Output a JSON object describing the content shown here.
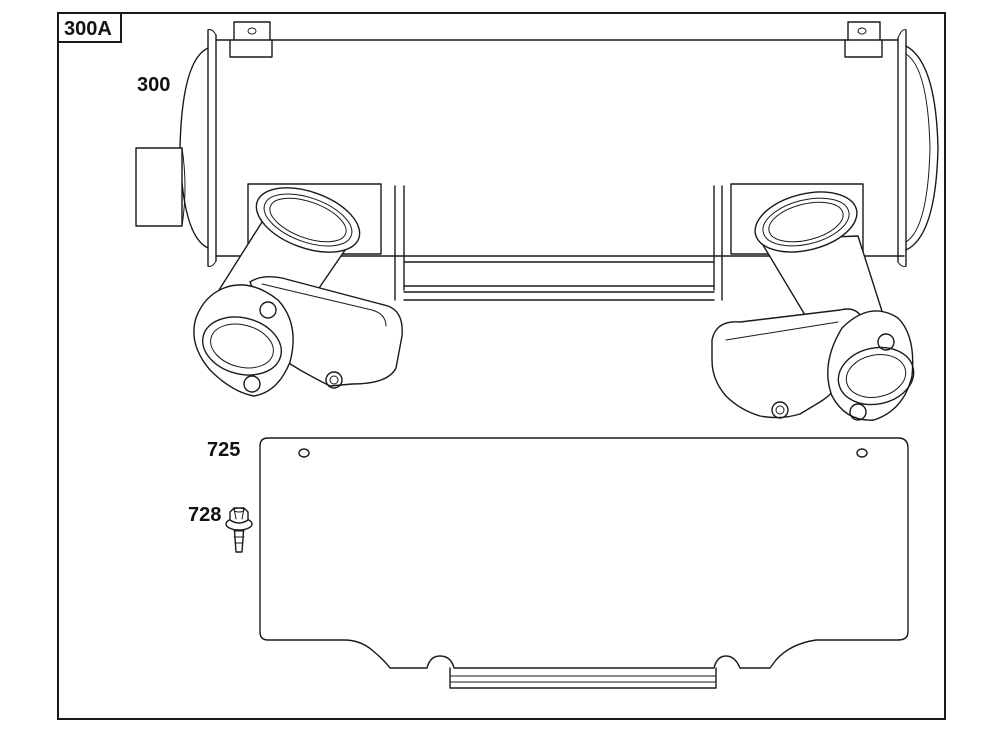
{
  "diagram": {
    "section_label": "300A",
    "callouts": [
      {
        "id": "muffler",
        "label": "300"
      },
      {
        "id": "heat-shield",
        "label": "725"
      },
      {
        "id": "screw",
        "label": "728"
      }
    ]
  },
  "colors": {
    "line": "#1a1a1a",
    "background": "#ffffff"
  }
}
